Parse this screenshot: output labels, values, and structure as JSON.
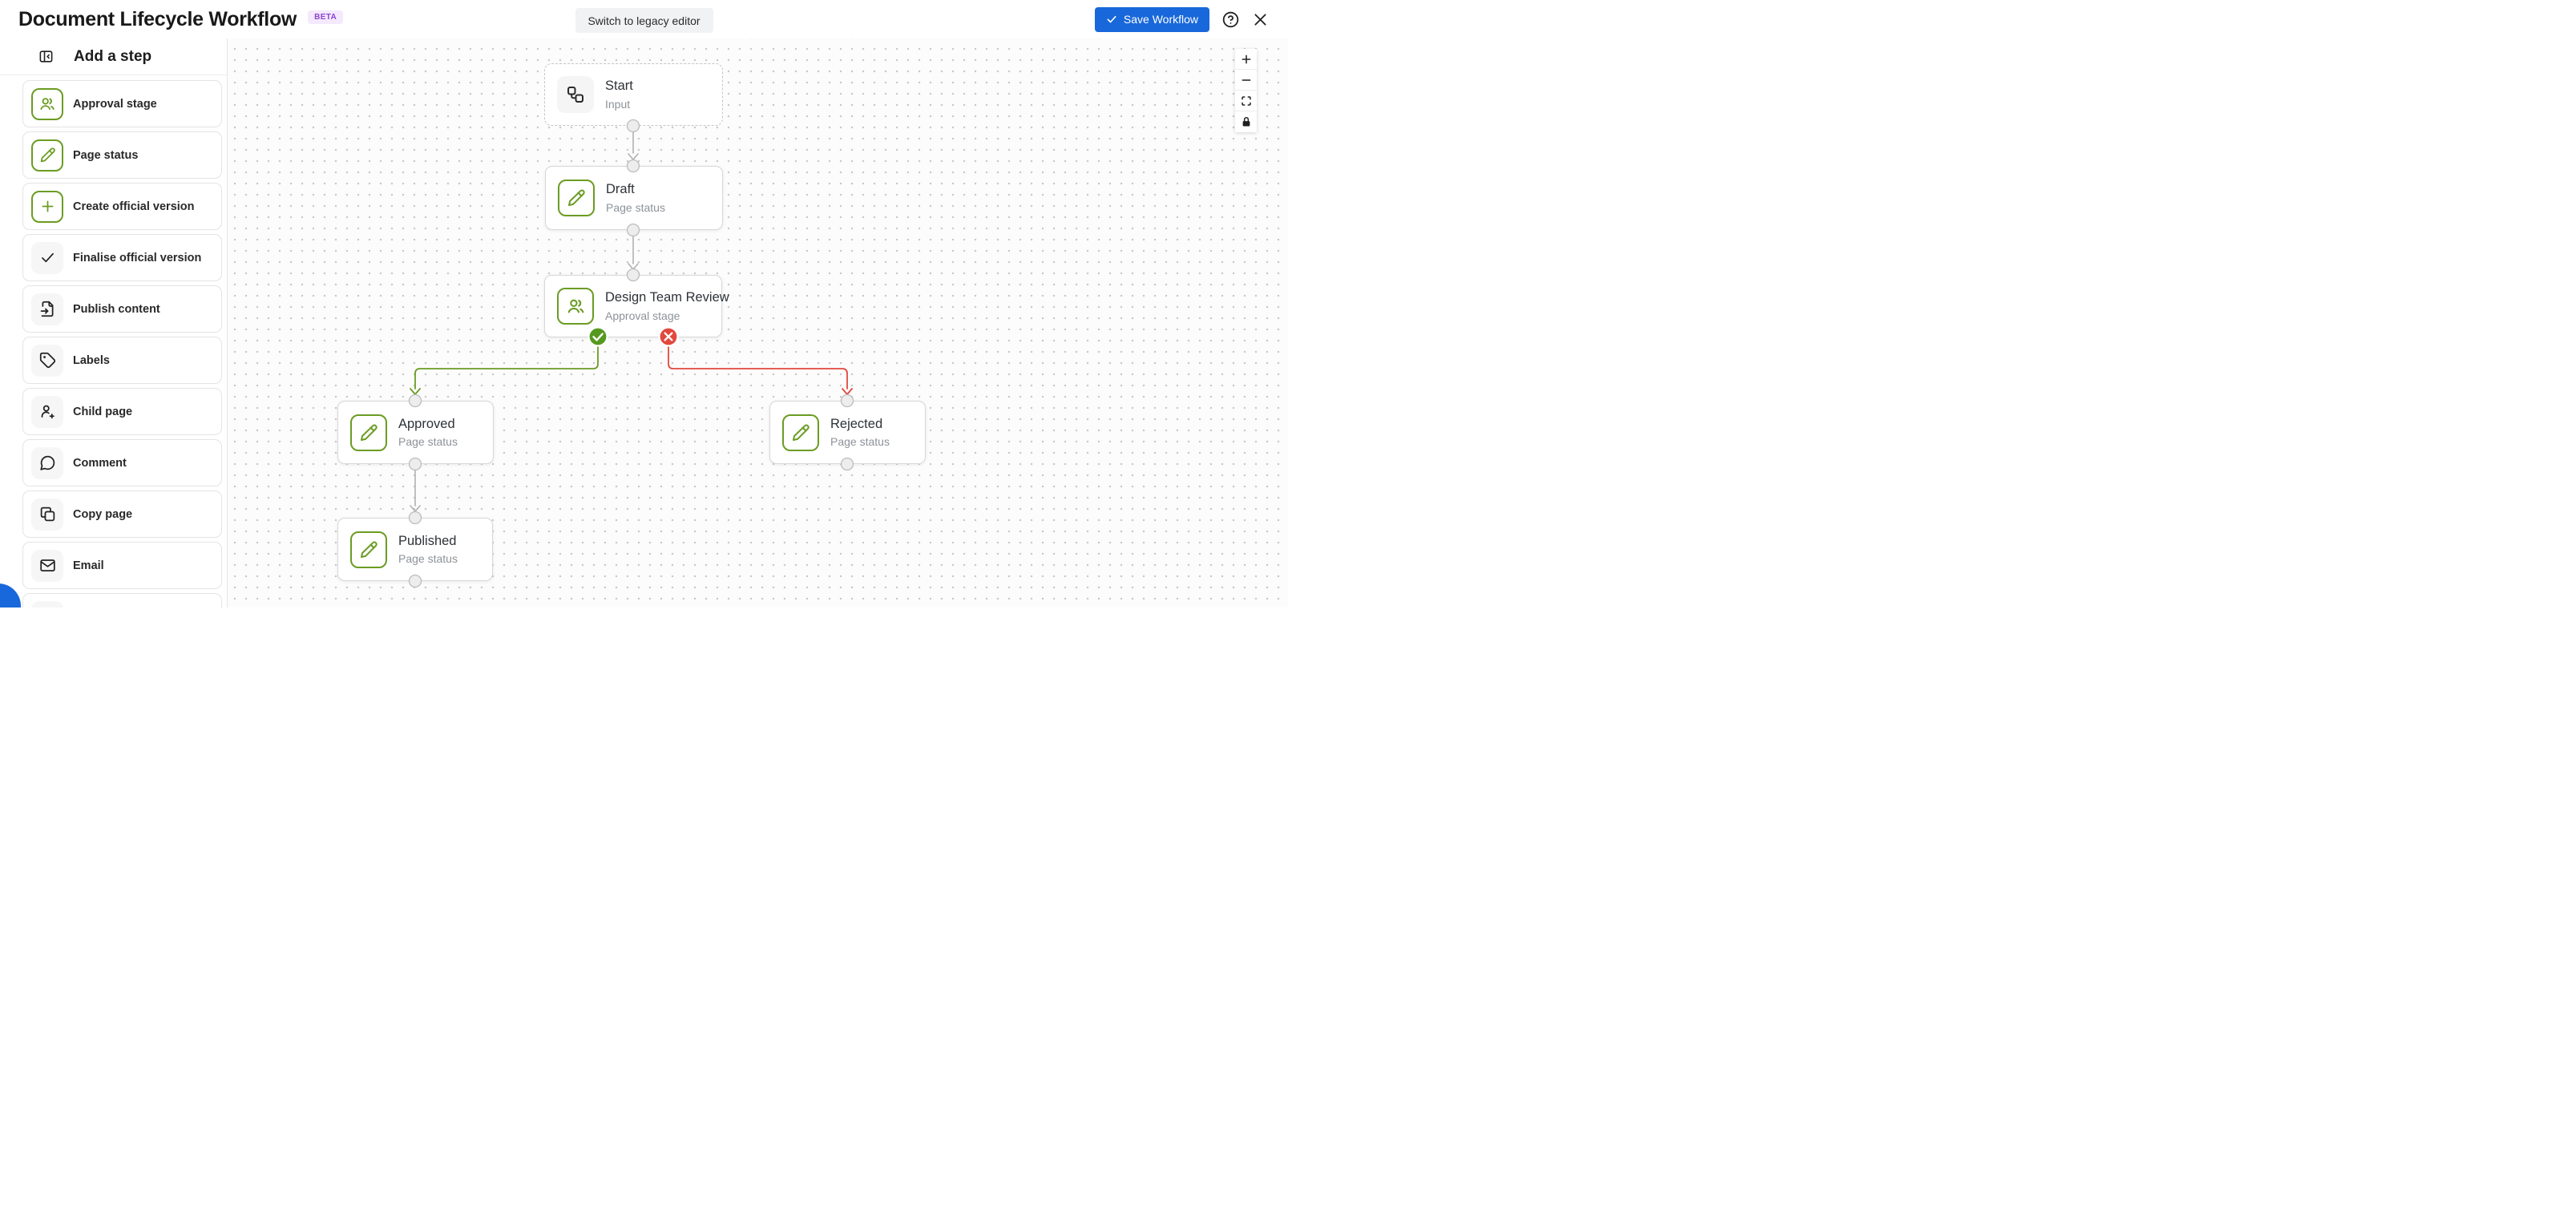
{
  "header": {
    "title": "Document Lifecycle Workflow",
    "beta_label": "BETA",
    "switch_to_legacy_label": "Switch to legacy editor",
    "save_label": "Save Workflow"
  },
  "sidebar": {
    "title": "Add a step",
    "items": [
      {
        "label": "Approval stage",
        "icon": "users-icon",
        "variant": "green"
      },
      {
        "label": "Page status",
        "icon": "pencil-icon",
        "variant": "green"
      },
      {
        "label": "Create official version",
        "icon": "plus-icon",
        "variant": "green"
      },
      {
        "label": "Finalise official version",
        "icon": "check-icon",
        "variant": "gray"
      },
      {
        "label": "Publish content",
        "icon": "file-export-icon",
        "variant": "gray"
      },
      {
        "label": "Labels",
        "icon": "tag-icon",
        "variant": "gray"
      },
      {
        "label": "Child page",
        "icon": "user-plus-icon",
        "variant": "gray"
      },
      {
        "label": "Comment",
        "icon": "comment-icon",
        "variant": "gray"
      },
      {
        "label": "Copy page",
        "icon": "copy-icon",
        "variant": "gray"
      },
      {
        "label": "Email",
        "icon": "mail-icon",
        "variant": "gray"
      }
    ]
  },
  "canvas": {
    "nodes": [
      {
        "id": "start",
        "title": "Start",
        "subtitle": "Input",
        "icon": "workflow-icon"
      },
      {
        "id": "draft",
        "title": "Draft",
        "subtitle": "Page status",
        "icon": "pencil-icon"
      },
      {
        "id": "design-team-review",
        "title": "Design Team Review",
        "subtitle": "Approval stage",
        "icon": "users-icon"
      },
      {
        "id": "approved",
        "title": "Approved",
        "subtitle": "Page status",
        "icon": "pencil-icon"
      },
      {
        "id": "rejected",
        "title": "Rejected",
        "subtitle": "Page status",
        "icon": "pencil-icon"
      },
      {
        "id": "published",
        "title": "Published",
        "subtitle": "Page status",
        "icon": "pencil-icon"
      }
    ],
    "edges": [
      {
        "from": "start",
        "to": "draft",
        "type": "default"
      },
      {
        "from": "draft",
        "to": "design-team-review",
        "type": "default"
      },
      {
        "from": "design-team-review",
        "to": "approved",
        "type": "approve"
      },
      {
        "from": "design-team-review",
        "to": "rejected",
        "type": "reject"
      },
      {
        "from": "approved",
        "to": "published",
        "type": "default"
      }
    ],
    "controls": [
      "zoom-in",
      "zoom-out",
      "fit-view",
      "lock"
    ]
  },
  "colors": {
    "accent_green": "#6b9c23",
    "approve_badge_green": "#55991e",
    "reject_red": "#e2483d",
    "primary_blue": "#1868db",
    "beta_bg": "#f5e9fd",
    "beta_text": "#8b45cf"
  }
}
